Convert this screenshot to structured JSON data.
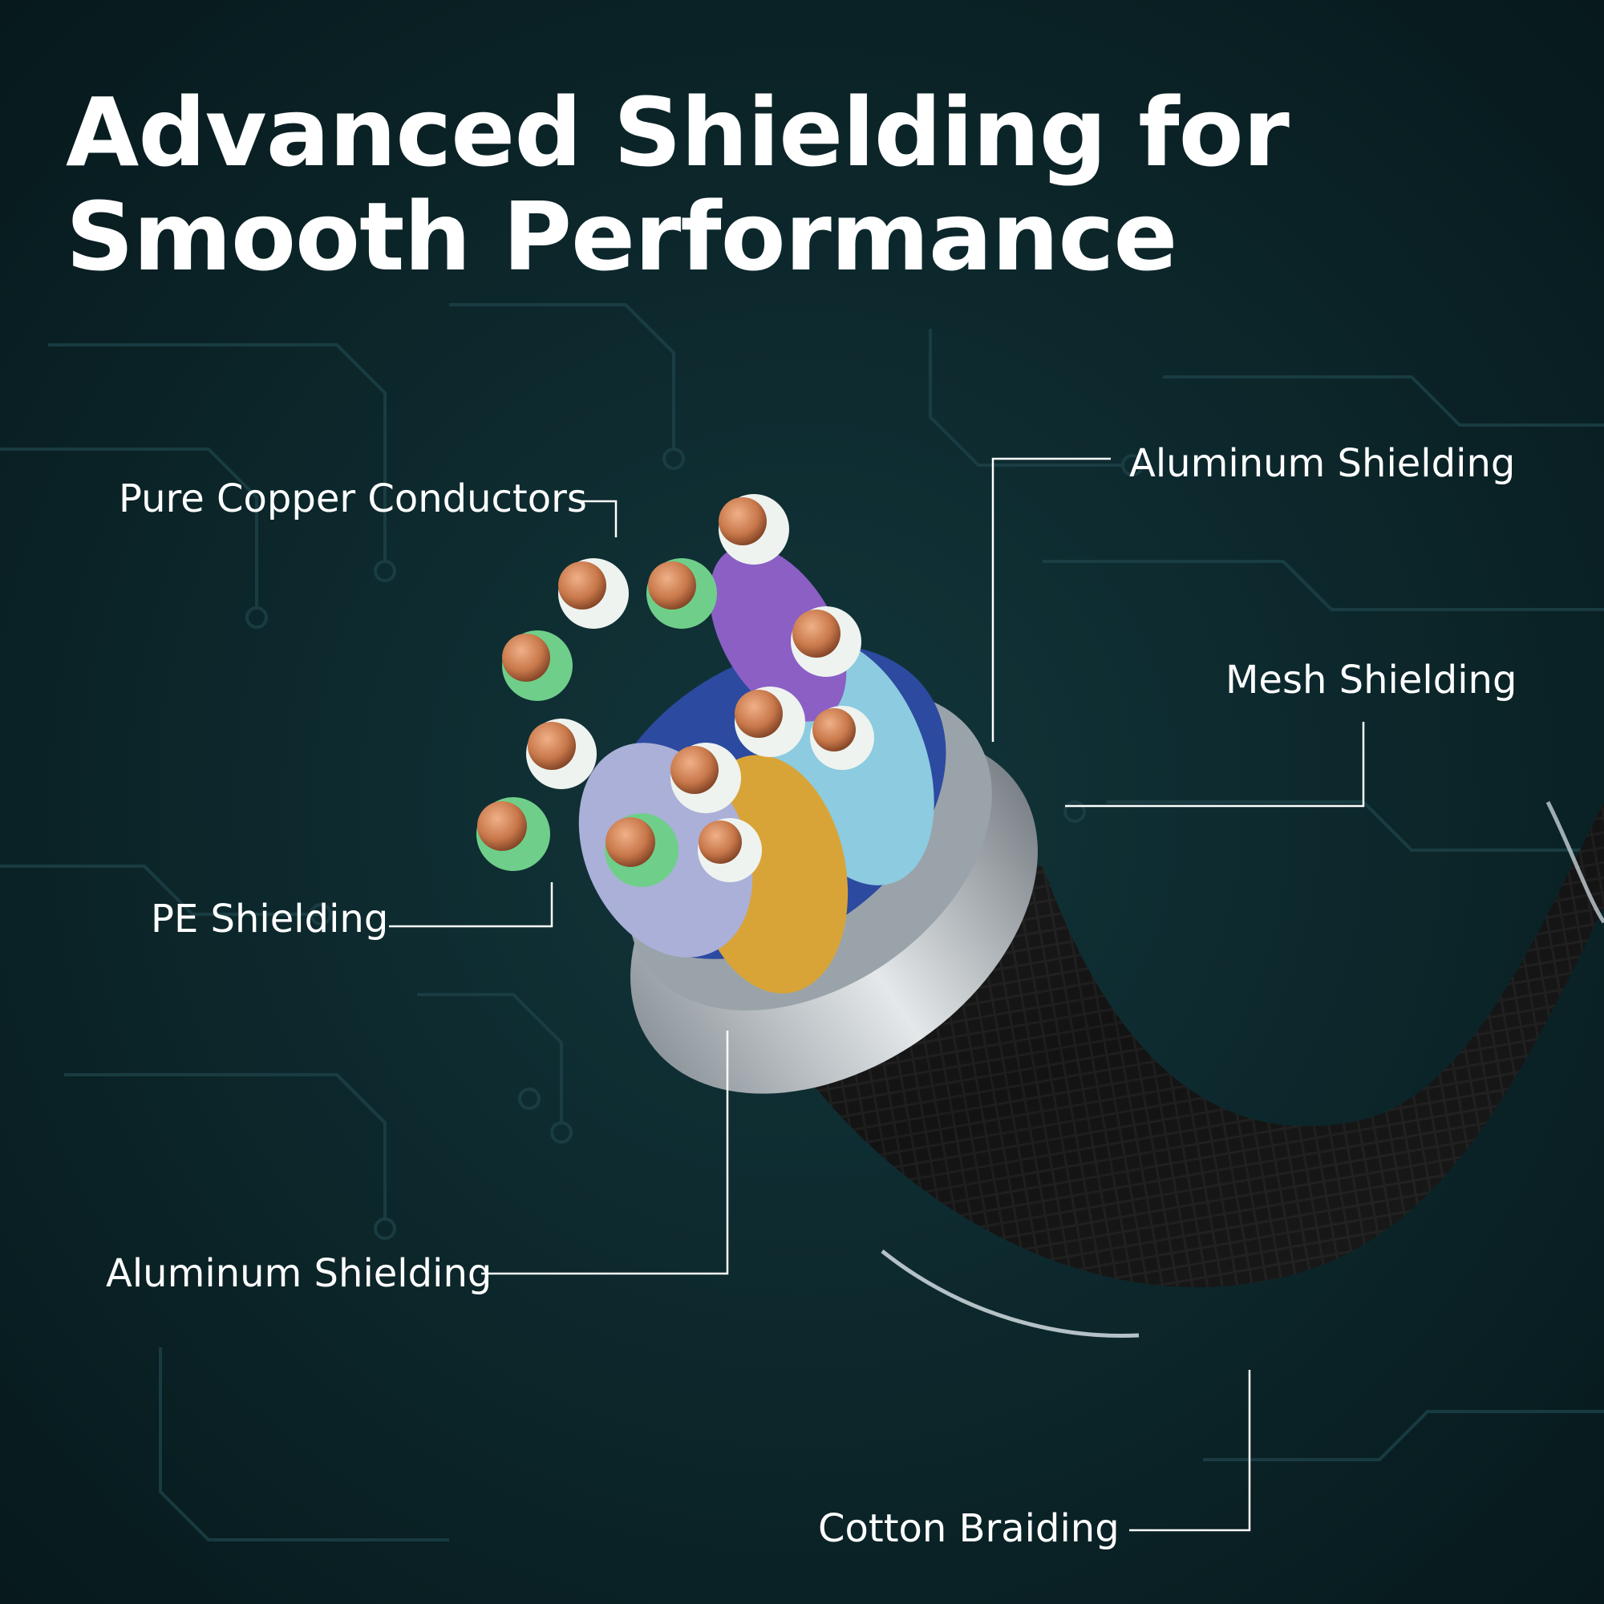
{
  "headline": {
    "line1": "Advanced Shielding for",
    "line2": "Smooth Performance"
  },
  "callouts": {
    "pure_copper_conductors": "Pure Copper Conductors",
    "aluminum_shielding_top": "Aluminum Shielding",
    "mesh_shielding": "Mesh Shielding",
    "pe_shielding": "PE Shielding",
    "aluminum_shielding_bottom": "Aluminum Shielding",
    "cotton_braiding": "Cotton Braiding"
  },
  "colors": {
    "background": "#0b2226",
    "circuit_trace": "#1d4248",
    "leader_line": "#ffffff",
    "copper": "#c8784a",
    "pe_insulation_green": "#6fcf8a",
    "pe_insulation_white": "#eef3f0",
    "pair_wrap_gold": "#d9a437",
    "pair_wrap_blue": "#8ccbe0",
    "pair_wrap_violet": "#8b5fc4",
    "pair_wrap_navy": "#2e3c8a",
    "mesh_silver": "#bfc6cc",
    "braid_black": "#151515"
  }
}
